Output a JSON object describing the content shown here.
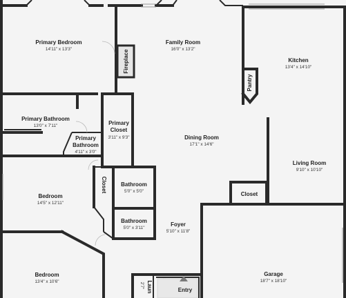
{
  "rooms": {
    "primary_bedroom": {
      "name": "Primary Bedroom",
      "dim": "14'11\" x 13'3\""
    },
    "family_room": {
      "name": "Family Room",
      "dim": "16'0\" x 13'2\""
    },
    "kitchen": {
      "name": "Kitchen",
      "dim": "13'4\" x 14'10\""
    },
    "pantry": {
      "name": "Pantry"
    },
    "fireplace": {
      "name": "Fireplace"
    },
    "primary_bathroom": {
      "name": "Primary Bathroom",
      "dim": "13'0\" x 7'11\""
    },
    "primary_closet": {
      "name": "Primary Closet",
      "name_line1": "Primary",
      "name_line2": "Closet",
      "dim": "3'11\" x 9'3\""
    },
    "primary_bathroom_small": {
      "name_line1": "Primary",
      "name_line2": "Bathroom",
      "dim": "4'11\" x 3'0\""
    },
    "dining_room": {
      "name": "Dining Room",
      "dim": "17'1\" x 14'6\""
    },
    "living_room": {
      "name": "Living Room",
      "dim": "9'10\" x 10'10\""
    },
    "closet_1": {
      "name": "Closet"
    },
    "closet_2": {
      "name": "Closet"
    },
    "bedroom_1": {
      "name": "Bedroom",
      "dim": "14'5\" x 12'11\""
    },
    "bathroom_1": {
      "name": "Bathroom",
      "dim": "5'0\" x 5'0\""
    },
    "bathroom_2": {
      "name": "Bathroom",
      "dim": "5'0\" x 3'11\""
    },
    "foyer": {
      "name": "Foyer",
      "dim": "5'10\" x 11'8\""
    },
    "bedroom_2": {
      "name": "Bedroom",
      "dim": "13'4\" x 10'6\""
    },
    "garage": {
      "name": "Garage",
      "dim": "18'7\" x 18'10\""
    },
    "entry": {
      "name": "Entry"
    },
    "laundry": {
      "name_partial": "Laun",
      "dim_partial": "2'7\""
    }
  }
}
